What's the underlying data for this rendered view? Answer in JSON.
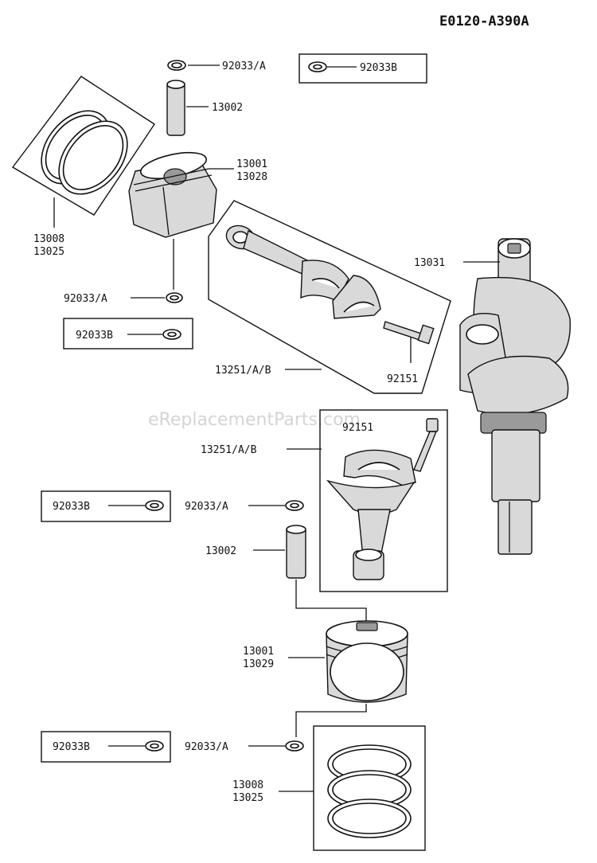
{
  "diagram_code": "E0120-A390A",
  "watermark": "eReplacementParts.com",
  "top_assembly": {
    "retaining_ring_label": "92033/A",
    "ring_box_label": "92033B",
    "piston_pin_label": "13002",
    "piston_labels": [
      "13001",
      "13028"
    ],
    "ring_set_labels": [
      "13008",
      "13025"
    ],
    "lower_ring_label": "92033/A",
    "lower_ring_box_label": "92033B"
  },
  "connecting_rod_upper": {
    "rod_label": "13251/A/B",
    "bolt_label": "92151"
  },
  "crankshaft": {
    "label": "13031"
  },
  "connecting_rod_lower": {
    "bolt_label": "92151",
    "rod_label": "13251/A/B"
  },
  "bottom_assembly": {
    "ring_box_label": "92033B",
    "retaining_ring_label": "92033/A",
    "piston_pin_label": "13002",
    "piston_labels": [
      "13001",
      "13029"
    ],
    "lower_ring_box_label": "92033B",
    "lower_ring_label": "92033/A",
    "ring_set_labels": [
      "13008",
      "13025"
    ]
  }
}
